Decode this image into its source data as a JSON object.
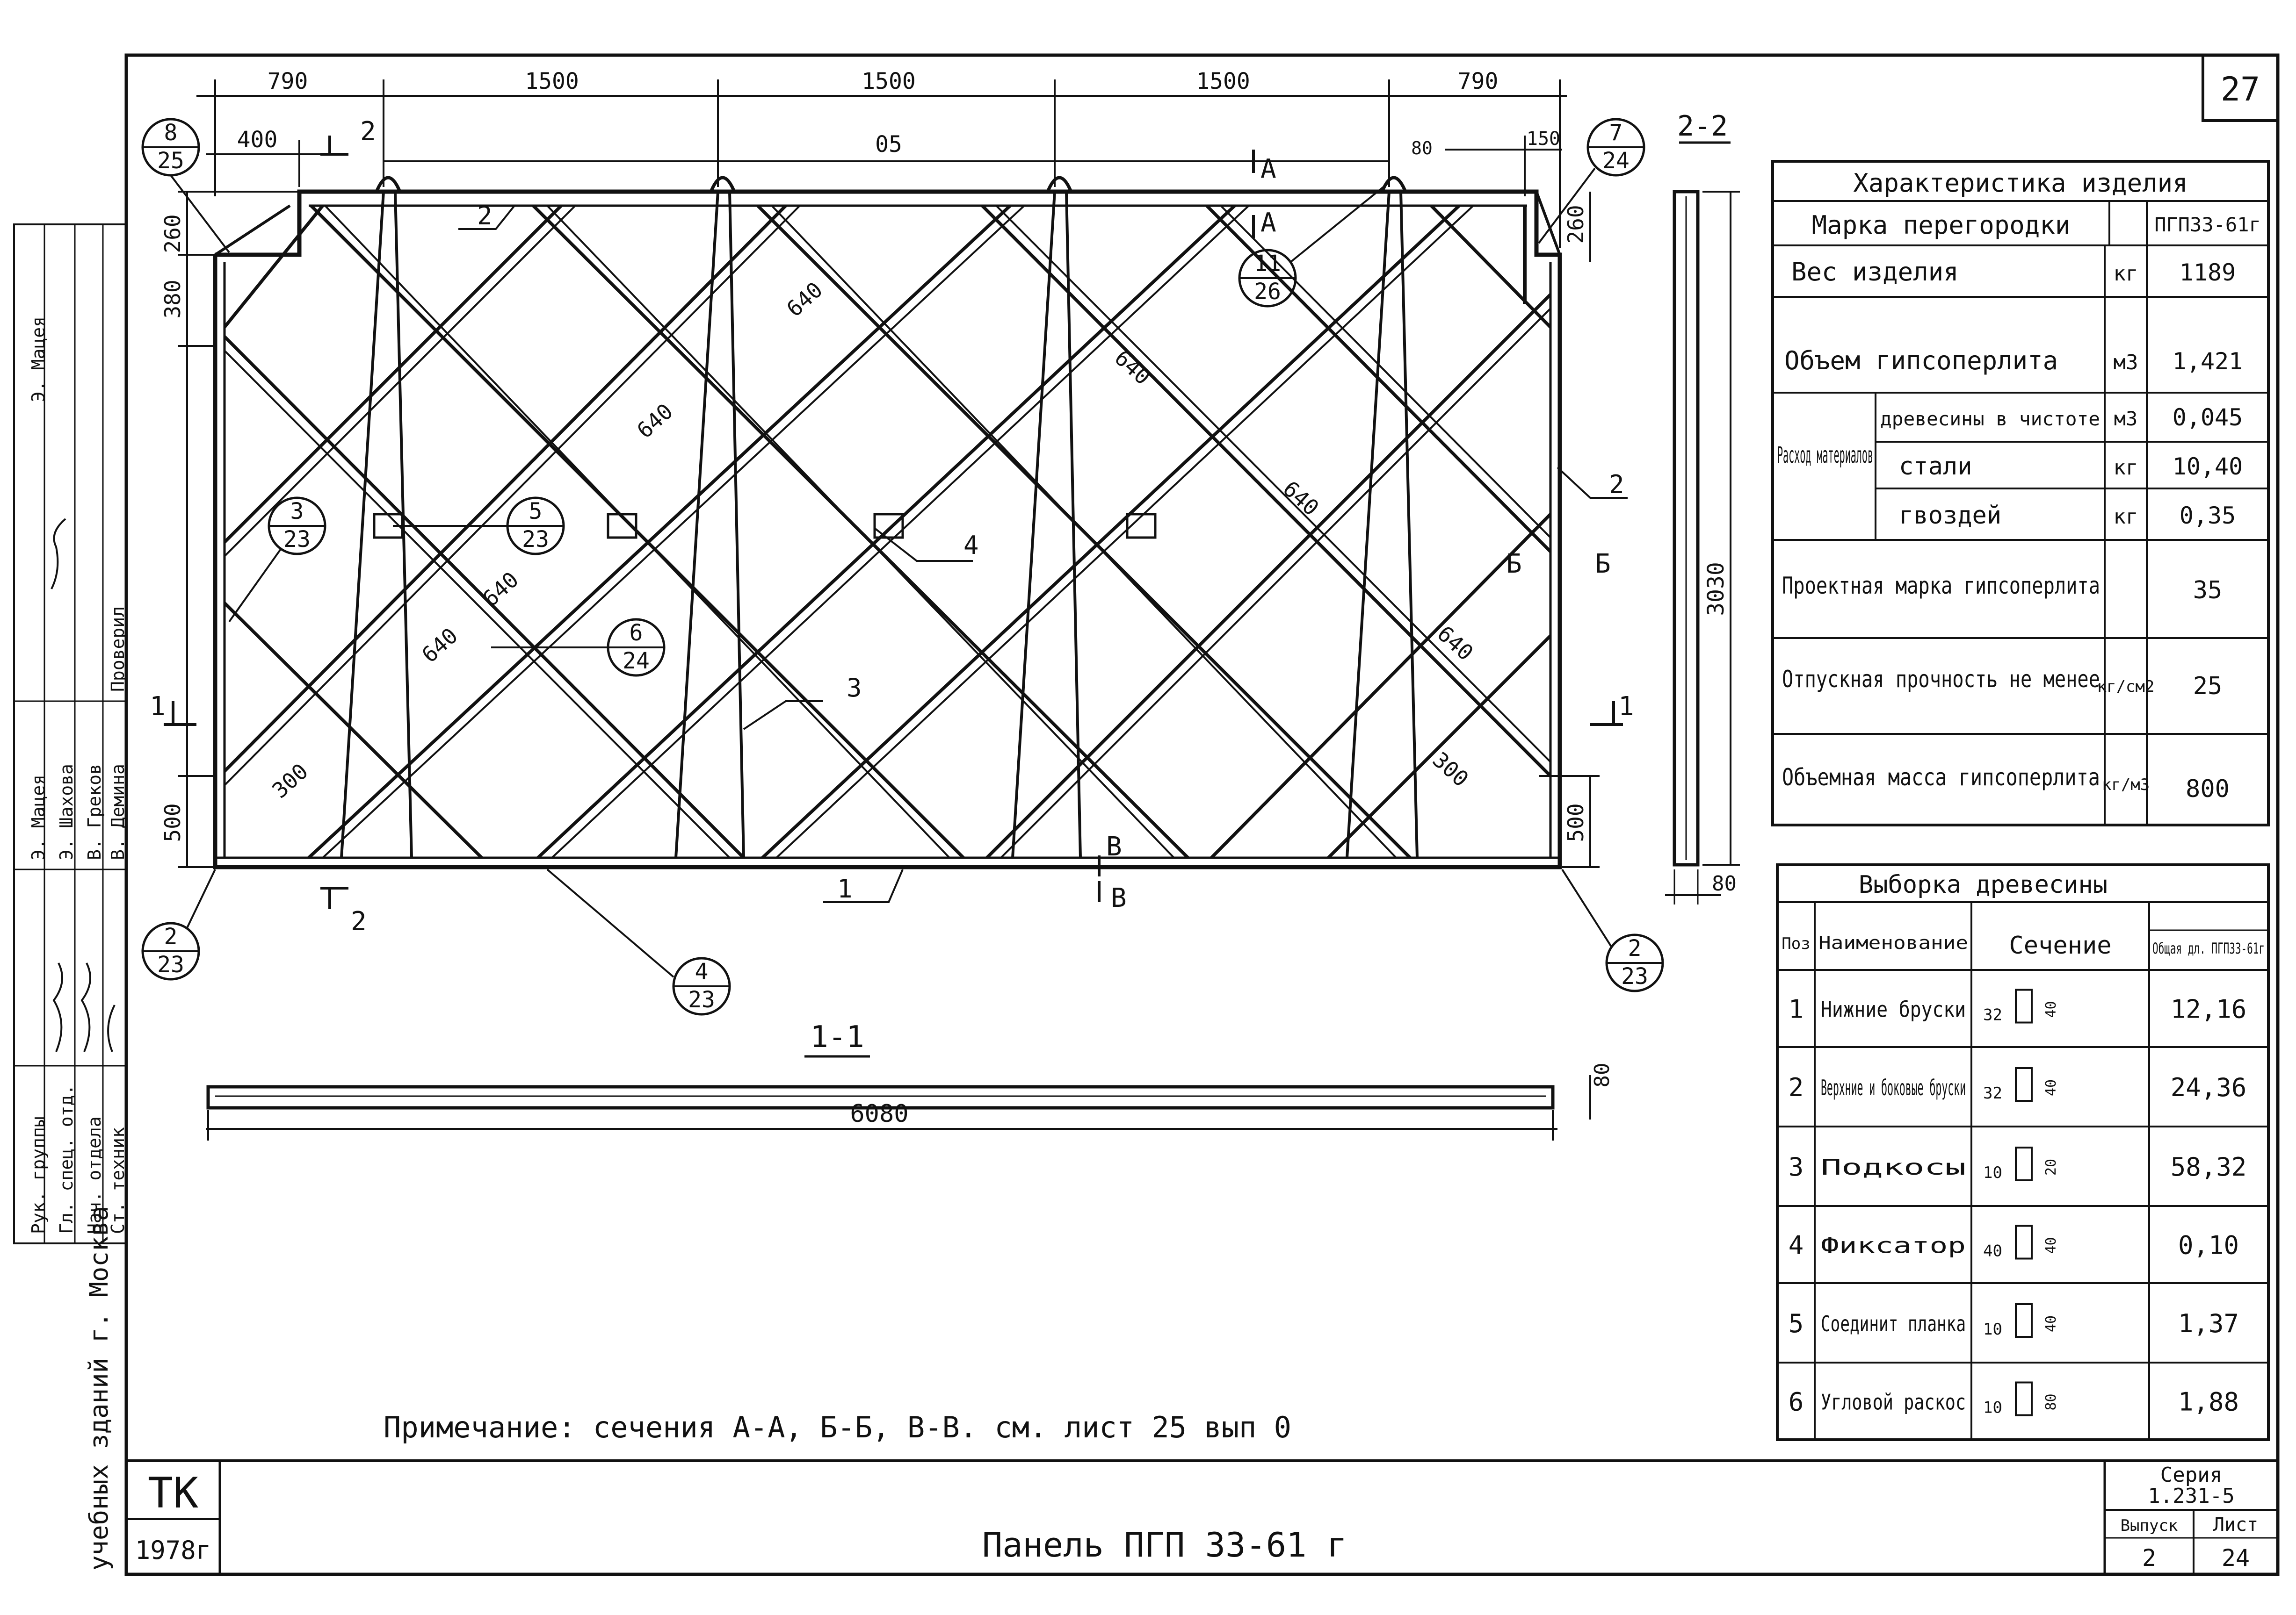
{
  "sheet_number": "27",
  "title_block": {
    "org": "ТК",
    "year": "1978г",
    "title": "Панель ПГП 33-61 г",
    "series_label": "Серия",
    "series": "1.231-5",
    "issue_label": "Выпуск",
    "issue": "2",
    "sheet_label": "Лист",
    "sheet": "24",
    "org_vertical": "учебных зданий г. Москва"
  },
  "signatures": {
    "roles": [
      "Нач. отдела",
      "Гл. спец. отд.",
      "Рук. группы",
      "Ст. техник"
    ],
    "names": [
      "В. Греков",
      "Э. Шахова",
      "Э. Мацея",
      "В. Демина"
    ],
    "check_label": "Проверил",
    "check_name": "Э. Мацея"
  },
  "note": "Примечание: сечения А-А, Б-Б, В-В. см. лист 25 вып 0",
  "drawing": {
    "top_dims": [
      "790",
      "1500",
      "1500",
      "1500",
      "790"
    ],
    "dim_400": "400",
    "dim_05": "05",
    "dim_80": "80",
    "dim_150": "150",
    "left_dims": [
      "260",
      "380",
      "500"
    ],
    "right_dims": [
      "260",
      "500"
    ],
    "diag_dims": [
      "640",
      "640",
      "640",
      "640",
      "640",
      "640",
      "300",
      "300"
    ],
    "height_dim": "3030",
    "thickness_dim": "80",
    "section_1_label": "1-1",
    "section_1_length": "6080",
    "section_1_thick": "80",
    "section_2_label": "2-2",
    "cut_labels": {
      "a": "А",
      "b": "Б",
      "v": "В",
      "one": "1",
      "two": "2"
    },
    "leaders": [
      "1",
      "2",
      "2",
      "3",
      "4"
    ],
    "callouts": [
      {
        "num": "8",
        "den": "25"
      },
      {
        "num": "7",
        "den": "24"
      },
      {
        "num": "11",
        "den": "26"
      },
      {
        "num": "3",
        "den": "23"
      },
      {
        "num": "5",
        "den": "23"
      },
      {
        "num": "6",
        "den": "24"
      },
      {
        "num": "2",
        "den": "23"
      },
      {
        "num": "2",
        "den": "23"
      },
      {
        "num": "4",
        "den": "23"
      }
    ]
  },
  "characteristics": {
    "title": "Характеристика изделия",
    "rows": [
      {
        "label": "Марка перегородки",
        "unit": "",
        "value": "ПГП33-61г"
      },
      {
        "label": "Вес изделия",
        "unit": "кг",
        "value": "1189"
      },
      {
        "label": "Объем гипсоперлита",
        "unit": "м3",
        "value": "1,421"
      },
      {
        "label": "древесины в чистоте",
        "unit": "м3",
        "value": "0,045"
      },
      {
        "label": "стали",
        "unit": "кг",
        "value": "10,40"
      },
      {
        "label": "гвоздей",
        "unit": "кг",
        "value": "0,35"
      },
      {
        "label": "Проектная марка гипсоперлита",
        "unit": "",
        "value": "35"
      },
      {
        "label": "Отпускная прочность не менее",
        "unit": "кг/см2",
        "value": "25"
      },
      {
        "label": "Объемная масса гипсоперлита",
        "unit": "кг/м3",
        "value": "800"
      }
    ],
    "group_label": "Расход материалов"
  },
  "timber": {
    "title": "Выборка древесины",
    "headers": [
      "Поз",
      "Наименование",
      "Сечение",
      "Общая дл. ПГП33-61г"
    ],
    "rows": [
      {
        "pos": "1",
        "name": "Нижние бруски",
        "sec": "32",
        "sec_h": "40",
        "length": "12,16"
      },
      {
        "pos": "2",
        "name": "Верхние и боковые бруски",
        "sec": "32",
        "sec_h": "40",
        "length": "24,36"
      },
      {
        "pos": "3",
        "name": "Подкосы",
        "sec": "10",
        "sec_h": "20",
        "length": "58,32"
      },
      {
        "pos": "4",
        "name": "Фиксатор",
        "sec": "40",
        "sec_h": "40",
        "length": "0,10"
      },
      {
        "pos": "5",
        "name": "Соединит планка",
        "sec": "10",
        "sec_h": "40",
        "length": "1,37"
      },
      {
        "pos": "6",
        "name": "Угловой раскос",
        "sec": "10",
        "sec_h": "80",
        "length": "1,88"
      }
    ]
  }
}
